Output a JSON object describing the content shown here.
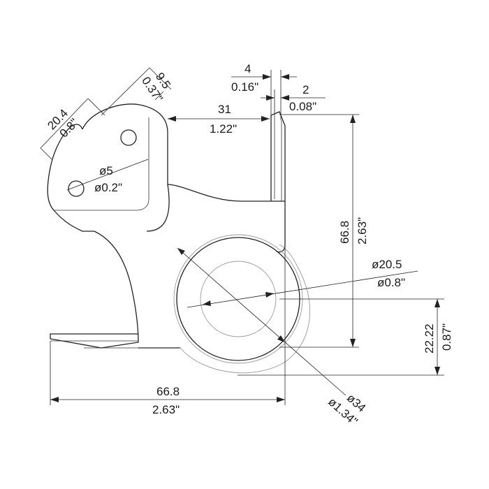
{
  "dimensions": {
    "lobe_width": {
      "metric": "20.4",
      "imperial": "0.8\""
    },
    "hole_spacing": {
      "metric": "9.5",
      "imperial": "0.37\""
    },
    "hole_diameter": {
      "metric": "ø5",
      "imperial": "ø0.2\""
    },
    "flange_inset": {
      "metric": "31",
      "imperial": "1.22\""
    },
    "material_top": {
      "metric": "4",
      "imperial": "0.16\""
    },
    "material_side": {
      "metric": "2",
      "imperial": "0.08\""
    },
    "height": {
      "metric": "66.8",
      "imperial": "2.63\""
    },
    "inner_diameter": {
      "metric": "ø20.5",
      "imperial": "ø0.8\""
    },
    "offset": {
      "metric": "22.22",
      "imperial": "0.87\""
    },
    "width": {
      "metric": "66.8",
      "imperial": "2.63\""
    },
    "outer_diameter": {
      "metric": "ø34",
      "imperial": "ø1.34\""
    }
  }
}
